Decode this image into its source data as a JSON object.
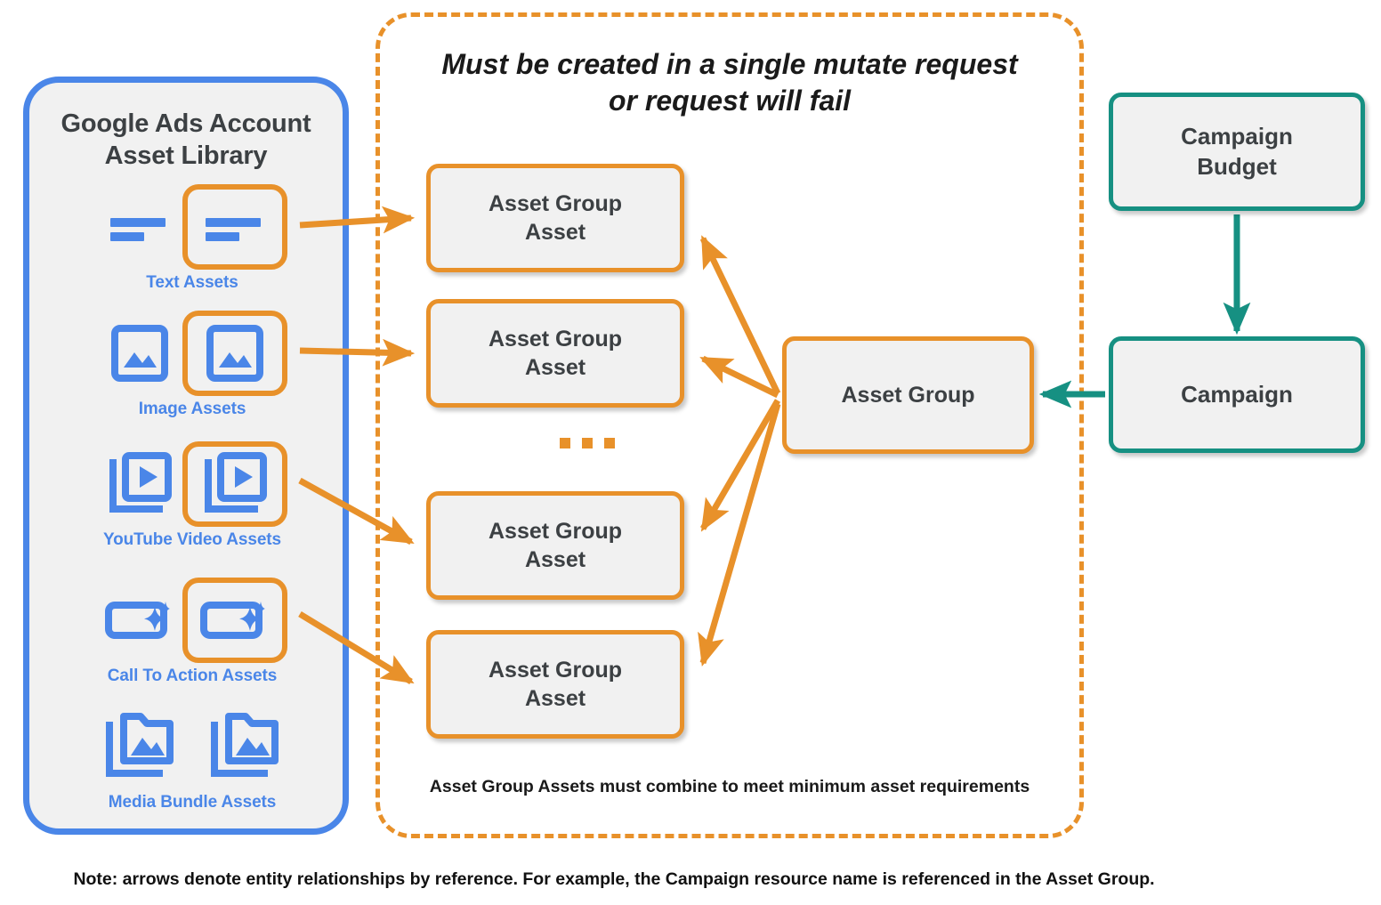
{
  "library": {
    "title_line1": "Google Ads Account",
    "title_line2": "Asset Library",
    "border_color": "#4a86e8",
    "items": [
      {
        "label": "Text Assets",
        "icon": "text-lines-icon",
        "highlighted": true
      },
      {
        "label": "Image Assets",
        "icon": "image-icon",
        "highlighted": true
      },
      {
        "label": "YouTube Video  Assets",
        "icon": "video-stack-icon",
        "highlighted": true
      },
      {
        "label": "Call To Action Assets",
        "icon": "call-to-action-sparkle-icon",
        "highlighted": true
      },
      {
        "label": "Media Bundle  Assets",
        "icon": "media-bundle-folder-icon",
        "highlighted": false
      }
    ]
  },
  "mutate_region": {
    "title_line1": "Must be created in a single mutate request",
    "title_line2": "or request will fail",
    "footnote": "Asset Group Assets must combine to meet minimum asset requirements",
    "border_color": "#e8912a"
  },
  "nodes": {
    "asset_group_assets": [
      {
        "line1": "Asset Group",
        "line2": "Asset"
      },
      {
        "line1": "Asset Group",
        "line2": "Asset"
      },
      {
        "line1": "Asset Group",
        "line2": "Asset"
      },
      {
        "line1": "Asset Group",
        "line2": "Asset"
      }
    ],
    "asset_group": {
      "label": "Asset Group",
      "color": "#e8912a"
    },
    "campaign_budget": {
      "line1": "Campaign",
      "line2": "Budget",
      "color": "#169082"
    },
    "campaign": {
      "label": "Campaign",
      "color": "#169082"
    }
  },
  "ellipsis": "...",
  "footer": {
    "note": "Note: arrows denote entity relationships by reference. For example, the Campaign resource name is referenced in the Asset Group."
  },
  "colors": {
    "orange": "#e8912a",
    "blue": "#4a86e8",
    "teal": "#169082",
    "node_fill": "#f1f1f1",
    "text_dark": "#3c4043"
  }
}
